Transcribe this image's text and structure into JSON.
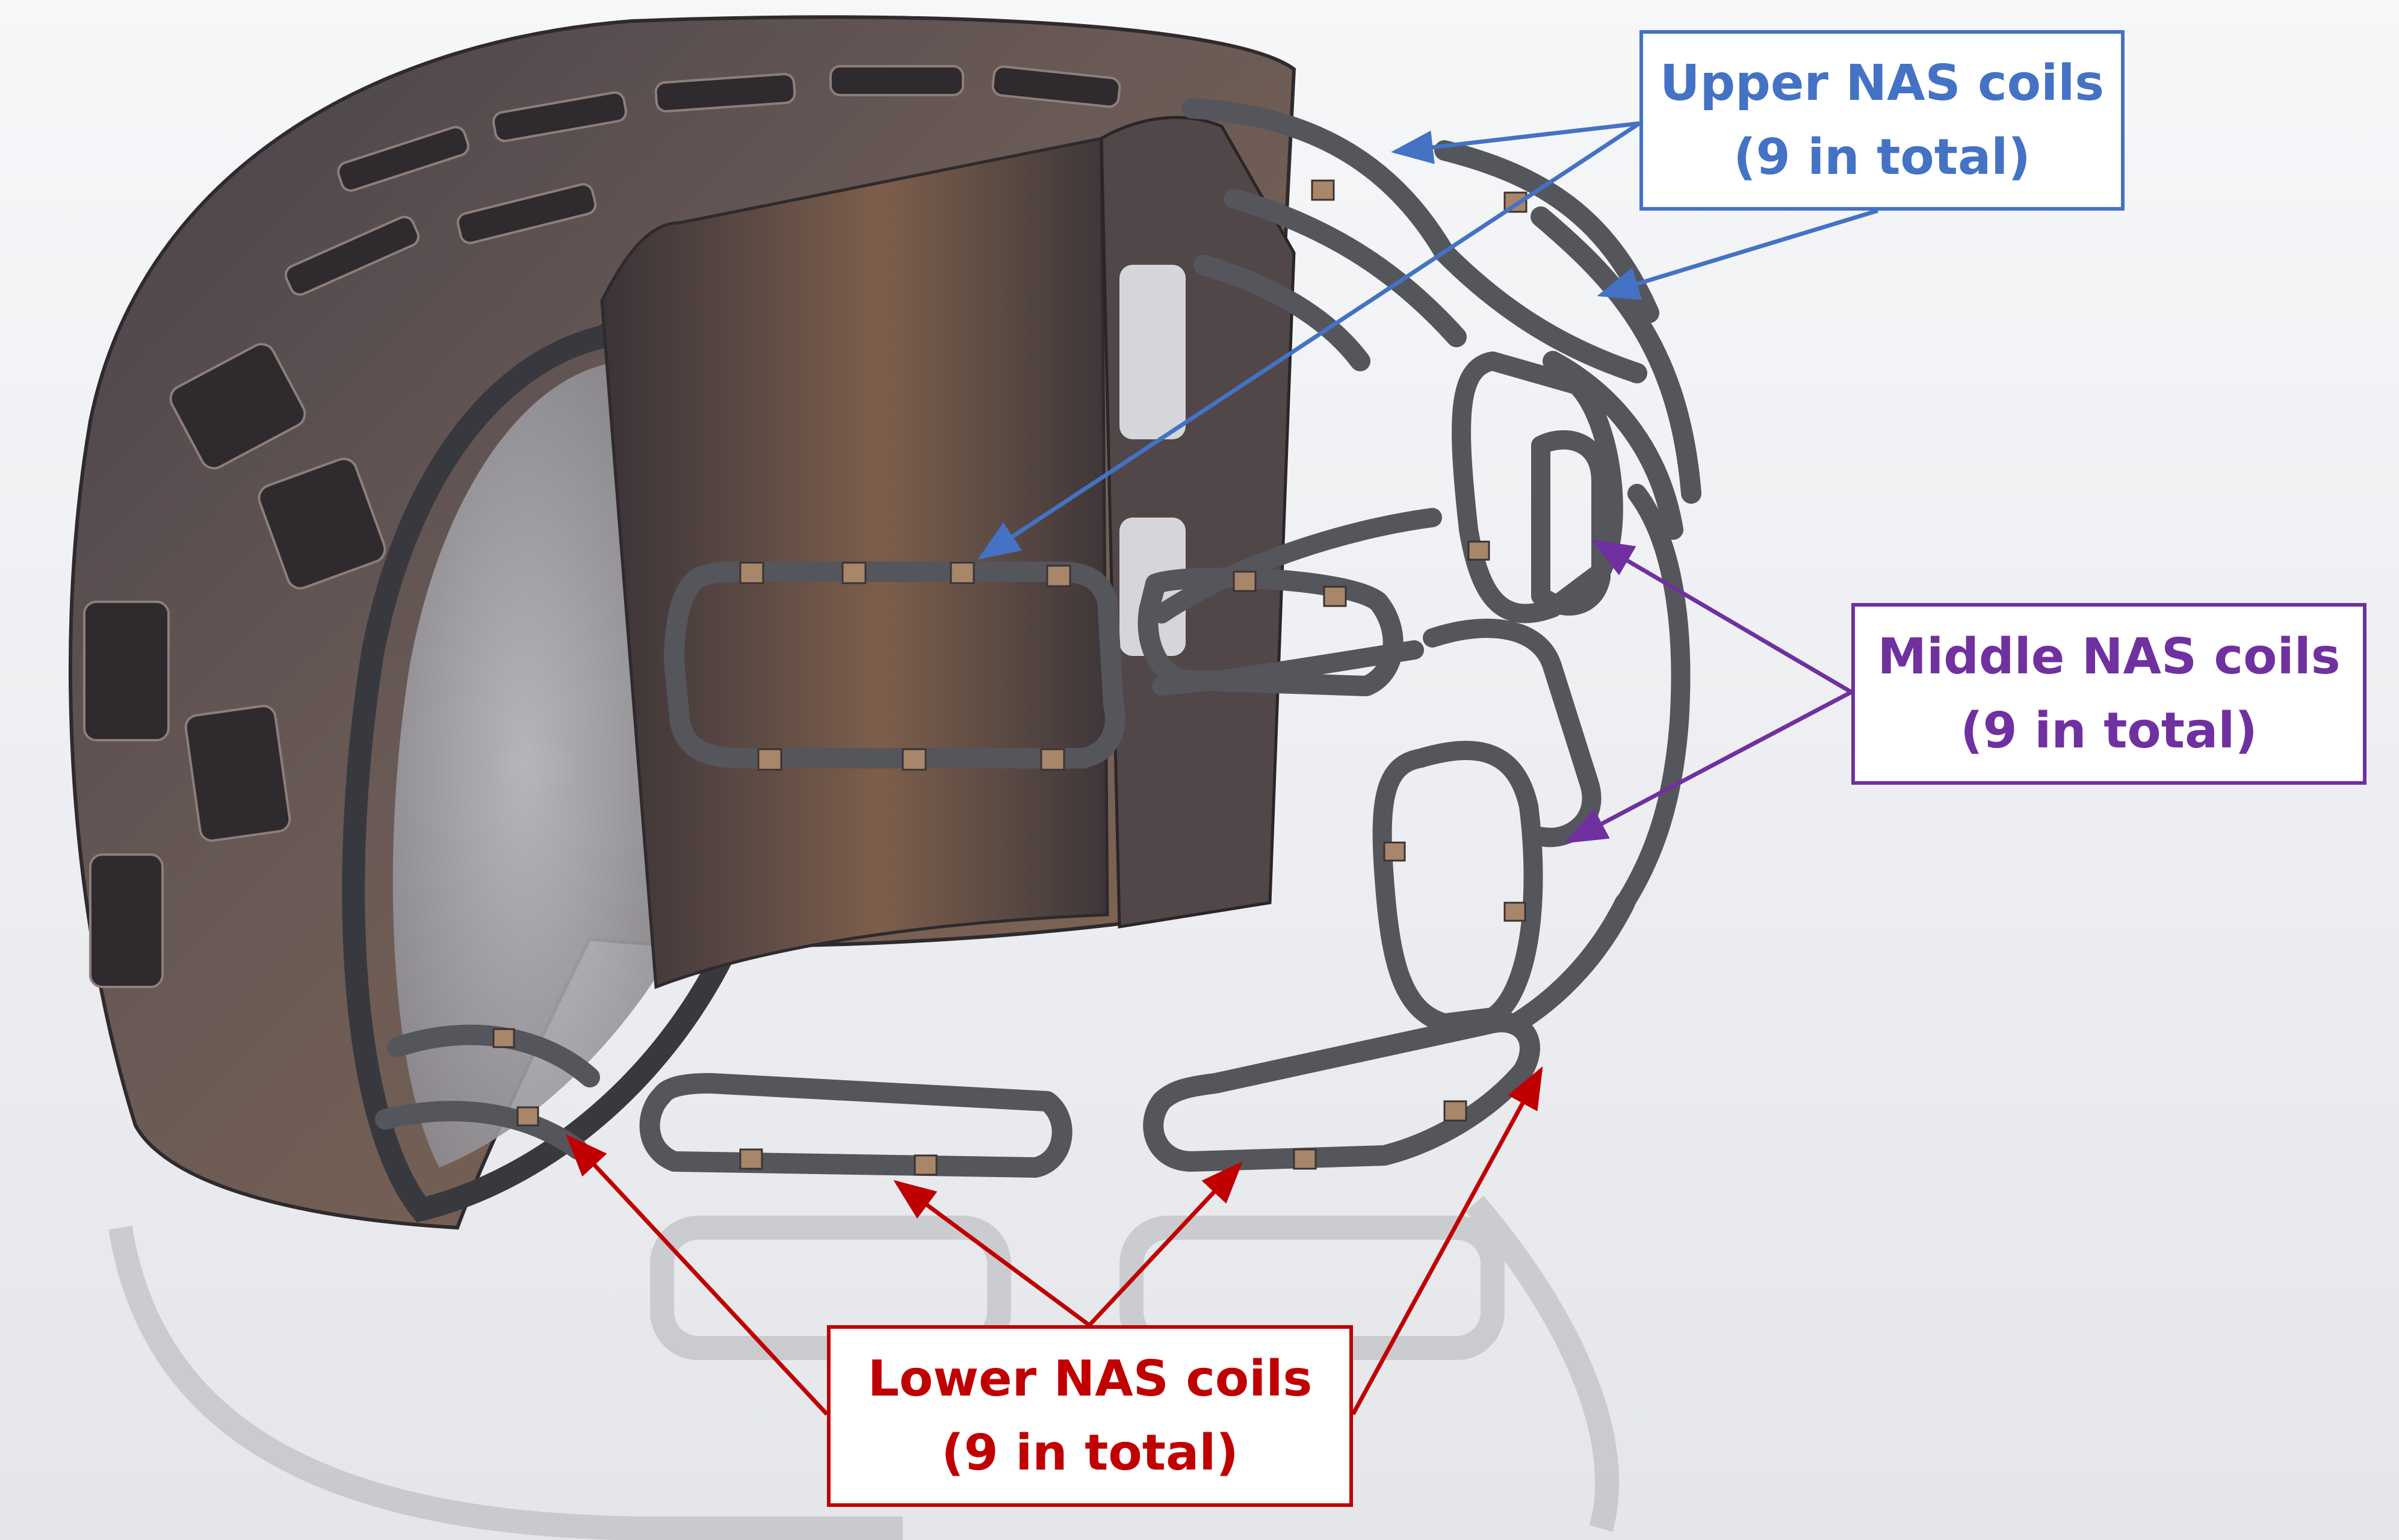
{
  "colors": {
    "upper": "#4472c4",
    "middle": "#7030a0",
    "lower": "#c00000",
    "coil": "#55555c",
    "coil_pad": "#a8866a",
    "vessel": "#5b5152",
    "vessel_dark": "#3e3738",
    "vessel_copper": "#7b5f4e",
    "background": "#eef0f3"
  },
  "callouts": {
    "upper": {
      "title": "Upper NAS coils",
      "count": "(9 in total)"
    },
    "middle": {
      "title": "Middle NAS coils",
      "count": "(9 in total)"
    },
    "lower": {
      "title": "Lower NAS coils",
      "count": "(9 in total)"
    }
  }
}
